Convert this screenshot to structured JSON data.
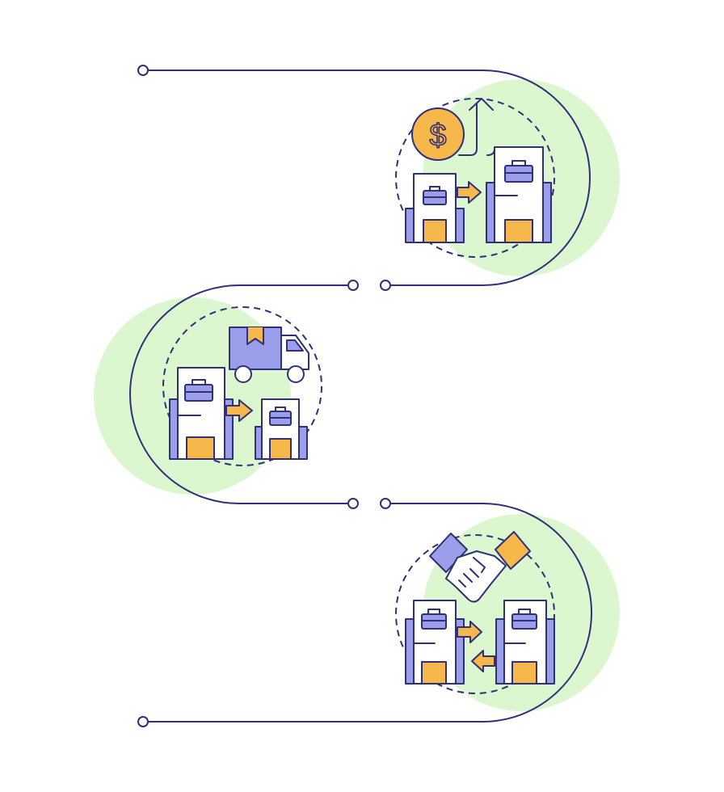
{
  "colors": {
    "line": "#2f2f7a",
    "blob": "#dcf7cf",
    "building": "#ffffff",
    "building_side": "#9b9ee8",
    "accent": "#f7b84b",
    "coin": "#f7b84b",
    "truck": "#9b9ee8",
    "background": "#ffffff"
  },
  "timeline": {
    "steps": [
      {
        "id": "growth",
        "icon": "business-growth-icon",
        "parts": [
          "dollar-coin-icon",
          "up-arrow-icon",
          "small-office-building-icon",
          "large-office-building-icon",
          "transfer-arrow-icon"
        ],
        "coin_symbol": "$"
      },
      {
        "id": "relocation",
        "icon": "business-relocation-icon",
        "parts": [
          "delivery-truck-icon",
          "box-icon",
          "large-office-building-icon",
          "small-office-building-icon",
          "transfer-arrow-icon"
        ]
      },
      {
        "id": "partnership",
        "icon": "business-partnership-icon",
        "parts": [
          "handshake-icon",
          "office-building-icon",
          "office-building-icon",
          "exchange-arrows-icon"
        ]
      }
    ]
  }
}
